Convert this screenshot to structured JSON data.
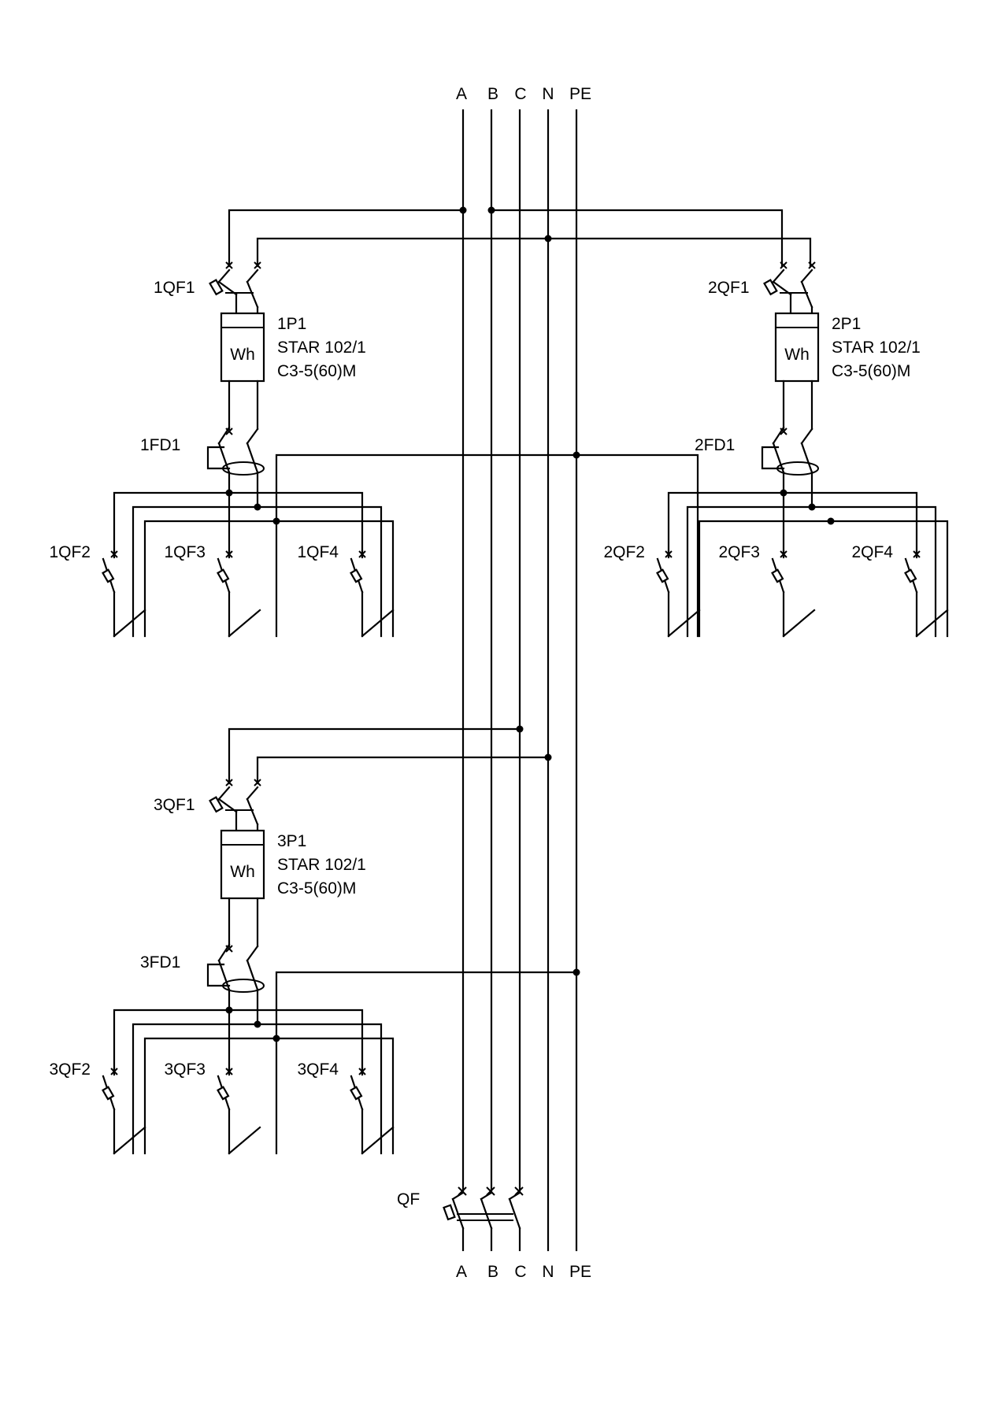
{
  "colors": {
    "line": "#000000",
    "background": "#ffffff"
  },
  "bus_labels_top": [
    "A",
    "B",
    "C",
    "N",
    "PE"
  ],
  "bus_labels_bottom": [
    "A",
    "B",
    "C",
    "N",
    "PE"
  ],
  "main_breaker": {
    "label": "QF"
  },
  "panels": [
    {
      "breaker": "1QF1",
      "meter": {
        "ref": "1P1",
        "model": "STAR 102/1",
        "class": "C3-5(60)M",
        "symbol": "Wh"
      },
      "rcd": "1FD1",
      "outgoing": [
        "1QF2",
        "1QF3",
        "1QF4"
      ]
    },
    {
      "breaker": "2QF1",
      "meter": {
        "ref": "2P1",
        "model": "STAR 102/1",
        "class": "C3-5(60)M",
        "symbol": "Wh"
      },
      "rcd": "2FD1",
      "outgoing": [
        "2QF2",
        "2QF3",
        "2QF4"
      ]
    },
    {
      "breaker": "3QF1",
      "meter": {
        "ref": "3P1",
        "model": "STAR 102/1",
        "class": "C3-5(60)M",
        "symbol": "Wh"
      },
      "rcd": "3FD1",
      "outgoing": [
        "3QF2",
        "3QF3",
        "3QF4"
      ]
    }
  ]
}
